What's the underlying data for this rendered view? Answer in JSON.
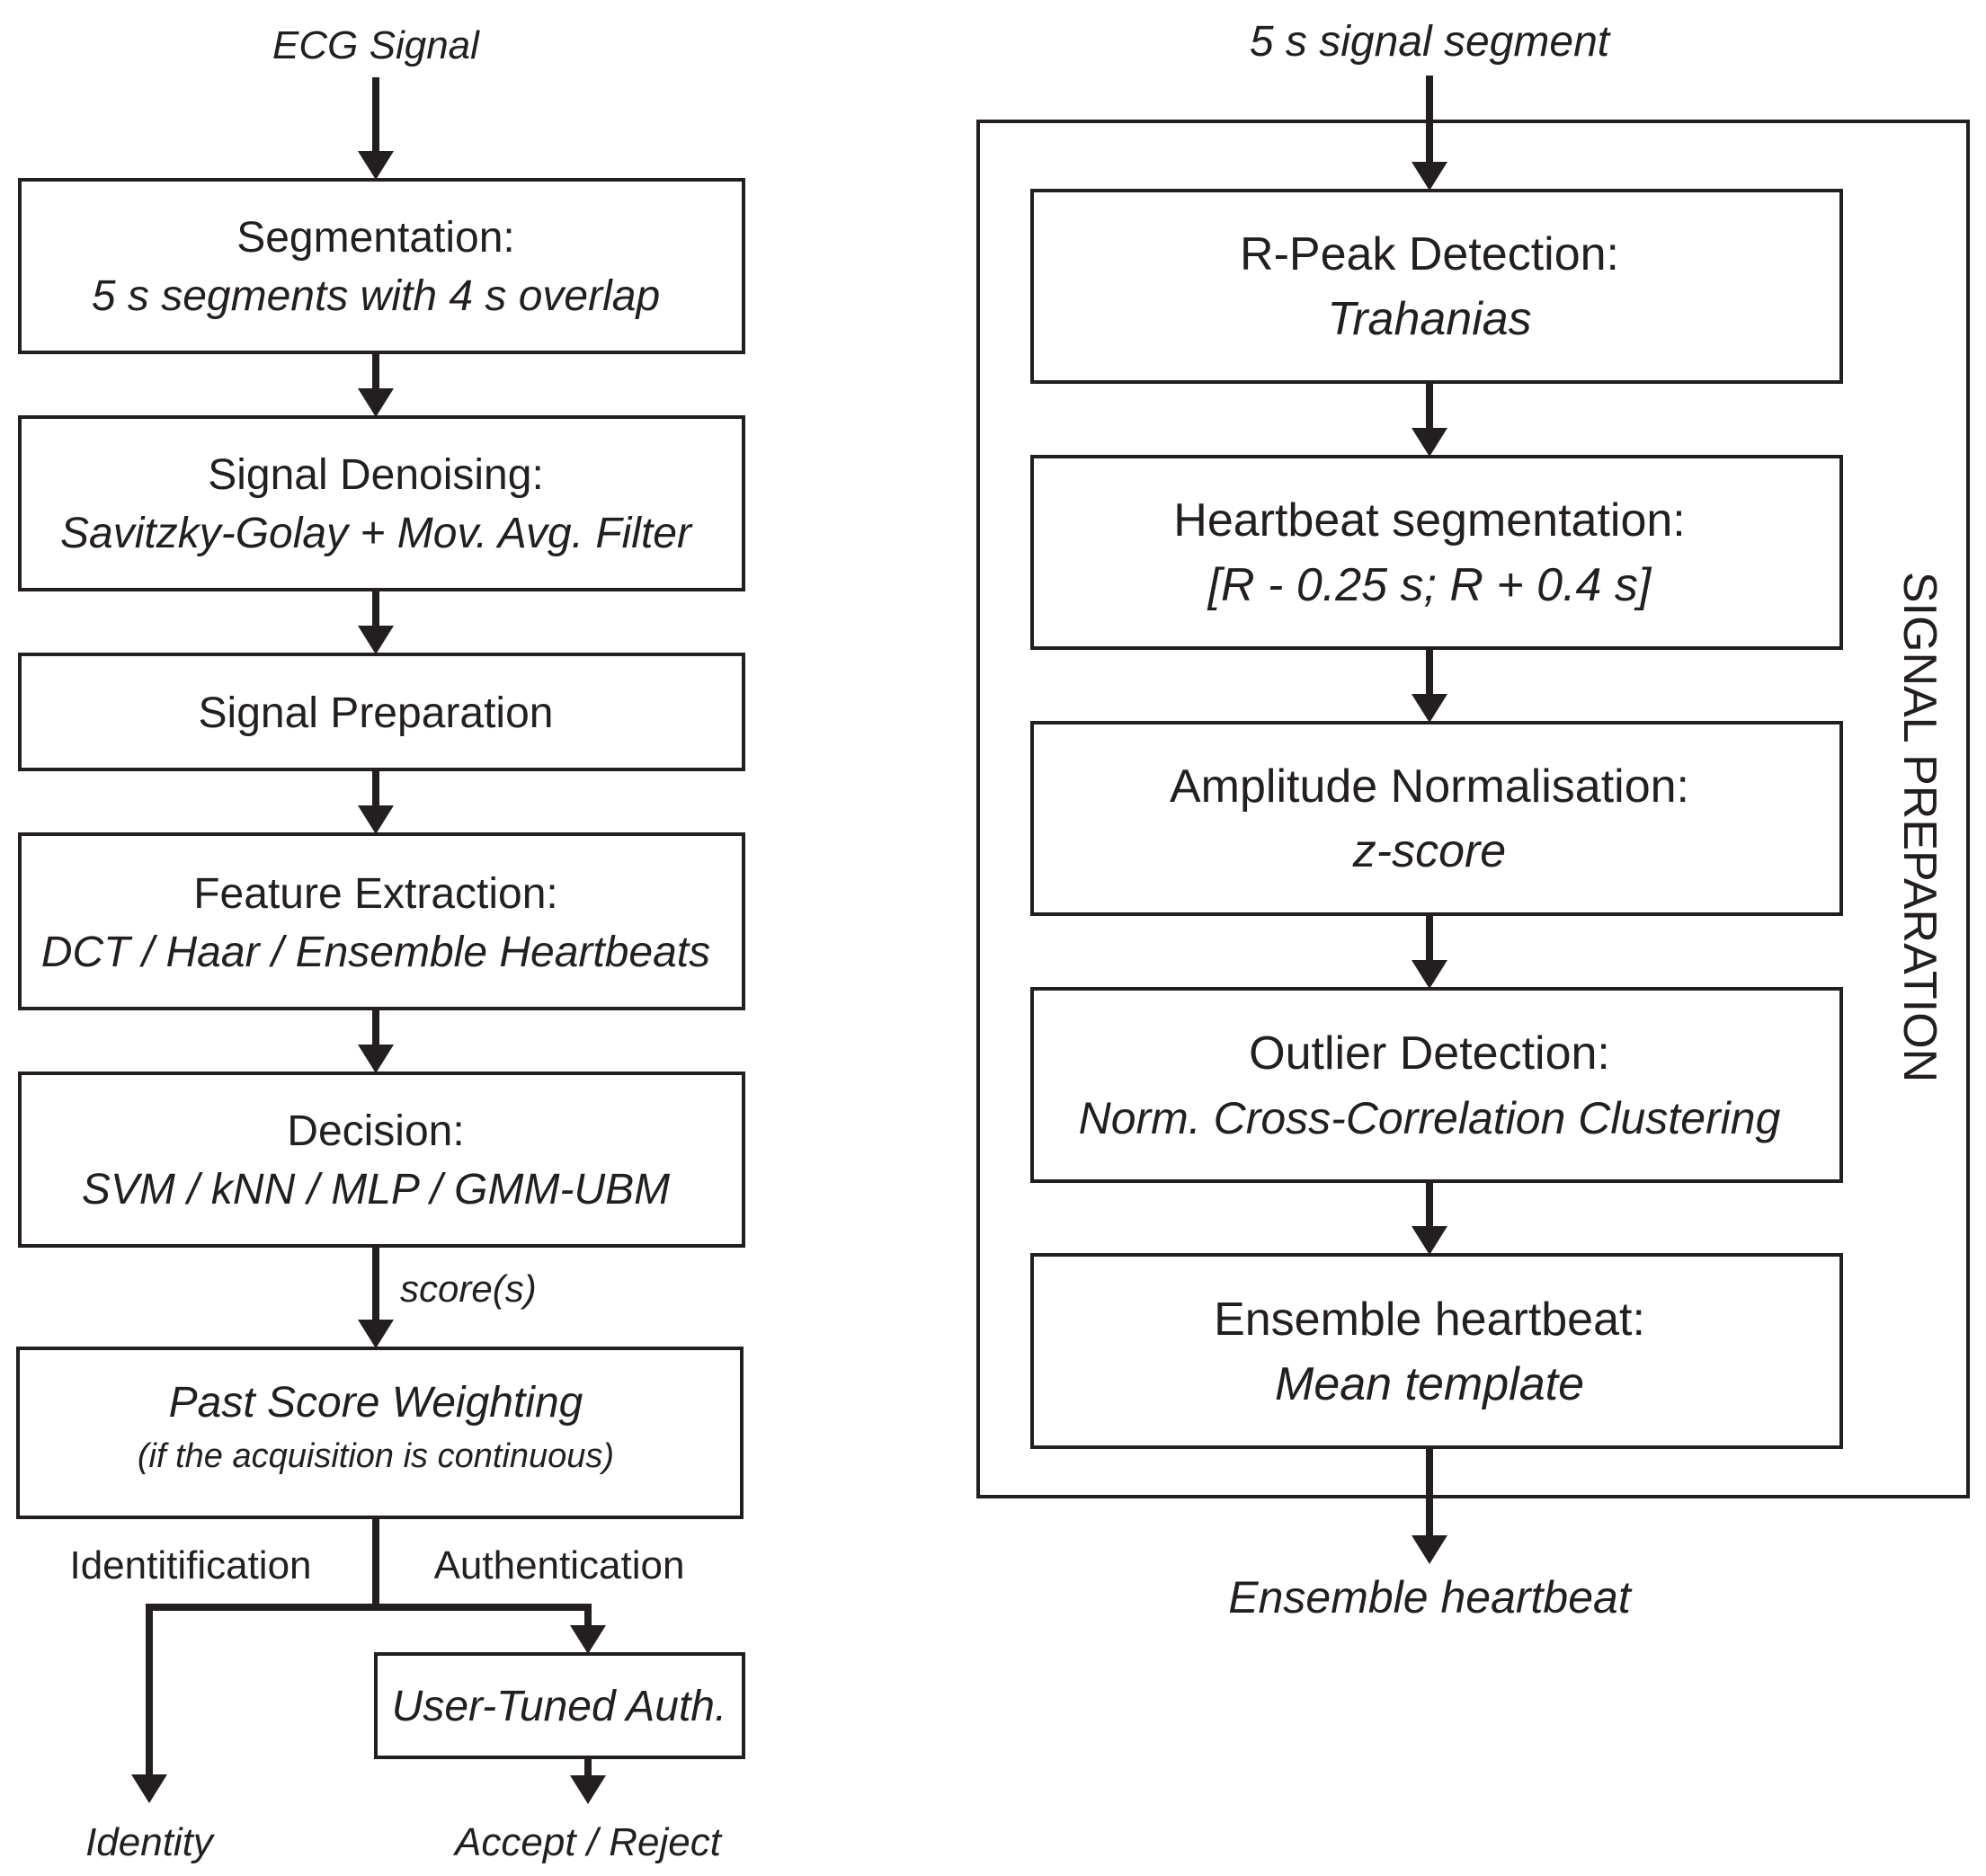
{
  "left_pipeline": {
    "input_label": "ECG Signal",
    "steps": [
      {
        "title": "Segmentation:",
        "detail": "5 s segments with 4 s overlap"
      },
      {
        "title": "Signal Denoising:",
        "detail": "Savitzky-Golay + Mov. Avg. Filter"
      },
      {
        "title": "Signal Preparation",
        "detail": ""
      },
      {
        "title": "Feature Extraction:",
        "detail": "DCT / Haar / Ensemble Heartbeats"
      },
      {
        "title": "Decision:",
        "detail": "SVM / kNN / MLP / GMM-UBM"
      }
    ],
    "score_label": "score(s)",
    "weighting": {
      "title": "Past Score Weighting",
      "detail": "(if the acquisition is continuous)"
    },
    "branch_identification": "Identitification",
    "branch_authentication": "Authentication",
    "user_tuned_box": "User-Tuned Auth.",
    "output_identity": "Identity",
    "output_accept_reject": "Accept / Reject"
  },
  "right_pipeline": {
    "input_label": "5 s signal segment",
    "frame_label": "SIGNAL PREPARATION",
    "steps": [
      {
        "title": "R-Peak Detection:",
        "detail": "Trahanias"
      },
      {
        "title": "Heartbeat segmentation:",
        "detail": "[R - 0.25 s; R + 0.4 s]"
      },
      {
        "title": "Amplitude Normalisation:",
        "detail": "z-score"
      },
      {
        "title": "Outlier Detection:",
        "detail": "Norm. Cross-Correlation Clustering"
      },
      {
        "title": "Ensemble heartbeat:",
        "detail": "Mean template"
      }
    ],
    "output_label": "Ensemble heartbeat"
  }
}
